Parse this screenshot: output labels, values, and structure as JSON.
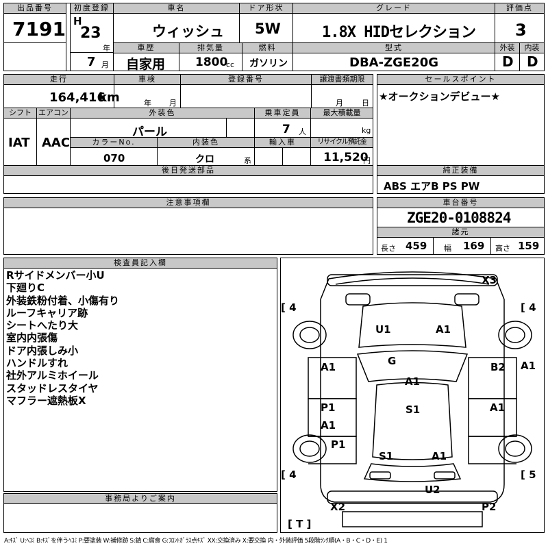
{
  "header_labels": {
    "lot": "出品番号",
    "first_reg": "初度登録",
    "car_name": "車名",
    "door": "ドア形状",
    "grade": "グレード",
    "score": "評価点",
    "history": "車歴",
    "displacement": "排気量",
    "fuel": "燃料",
    "model_code": "型式",
    "exterior": "外装",
    "interior": "内装",
    "mileage": "走行",
    "inspection": "車検",
    "reg_no": "登録番号",
    "transfer": "譲渡書類期限",
    "sales_point": "セールスポイント",
    "shift": "シフト",
    "aircon": "エアコン",
    "ext_color": "外装色",
    "capacity": "乗車定員",
    "max_load": "最大積載量",
    "color_no": "カラーNo.",
    "int_color": "内装色",
    "import": "輸入車",
    "recycle": "リサイクル預託金",
    "later_parts": "後日発送部品",
    "genuine_equip": "純正装備",
    "caution": "注意事項欄",
    "chassis_no": "車台番号",
    "dimensions": "諸元",
    "inspector": "検査員記入欄",
    "office": "事務局よりご案内"
  },
  "lot": {
    "number": "7191"
  },
  "first_reg": {
    "era": "H",
    "year": "23",
    "year_unit": "年",
    "month": "7",
    "month_unit": "月"
  },
  "car": {
    "name": "ウィッシュ",
    "door": "5W",
    "grade": "1.8X HIDセレクション",
    "score": "3"
  },
  "history": {
    "value": "自家用"
  },
  "displacement": {
    "value": "1800",
    "unit": "cc"
  },
  "fuel": {
    "value": "ガソリン"
  },
  "model_code": {
    "value": "DBA-ZGE20G"
  },
  "ratings": {
    "exterior": "D",
    "interior": "D"
  },
  "mileage": {
    "value": "164,416",
    "unit": "km"
  },
  "inspection": {
    "year_unit": "年",
    "month_unit": "月"
  },
  "transfer": {
    "month_unit": "月",
    "day_unit": "日"
  },
  "sales_point": {
    "text": "★オークションデビュー★"
  },
  "shift": {
    "value": "IAT"
  },
  "aircon": {
    "value": "AAC"
  },
  "ext_color": {
    "value": "パール"
  },
  "capacity": {
    "value": "7",
    "unit": "人"
  },
  "max_load": {
    "unit": "kg"
  },
  "color_no": {
    "value": "070"
  },
  "int_color": {
    "value": "クロ",
    "unit": "系"
  },
  "recycle": {
    "value": "11,520",
    "unit": "円"
  },
  "genuine_equip": {
    "text": "ABS エアB PS PW"
  },
  "chassis": {
    "number": "ZGE20-0108824"
  },
  "dimensions": {
    "length_label": "長さ",
    "length": "459",
    "width_label": "幅",
    "width": "169",
    "height_label": "高さ",
    "height": "159"
  },
  "inspector_notes": [
    "Rサイドメンバー小U",
    "下廻りC",
    "外装鉄粉付着、小傷有り",
    "ルーフキャリア跡",
    "シートへたり大",
    "室内内張傷",
    "ドア内張しみ小",
    "ハンドルすれ",
    "社外アルミホイール",
    "スタッドレスタイヤ",
    "マフラー遮熱板X"
  ],
  "diagram": {
    "tire_fl": "4",
    "tire_fr": "4",
    "tire_rl": "4",
    "tire_rr": "5",
    "spare": "T",
    "marks": {
      "x3": "X3",
      "u1": "U1",
      "a1_hood": "A1",
      "g": "G",
      "a1_fl": "A1",
      "b2": "B2",
      "a1_rf": "A1",
      "a1_roof": "A1",
      "p1_l": "P1",
      "s1_roof": "S1",
      "a1_rd": "A1",
      "a1_l2": "A1",
      "p1_rl": "P1",
      "s1_rear": "S1",
      "a1_rear": "A1",
      "u2": "U2",
      "x2": "X2",
      "p2": "P2"
    }
  },
  "legend": {
    "text": "A:ｷｽﾞ U:ﾍｺﾐ B:ｷｽﾞを伴うﾍｺﾐ P:要塗装 W:補修跡 S:錆 C:腐食 G:ﾌﾛﾝﾄｶﾞﾗｽ点ｷｽﾞ XX:交換済み X:要交換 内・外装評価 5段階ﾗﾝｸ順(A・B・C・D・E) 1"
  }
}
